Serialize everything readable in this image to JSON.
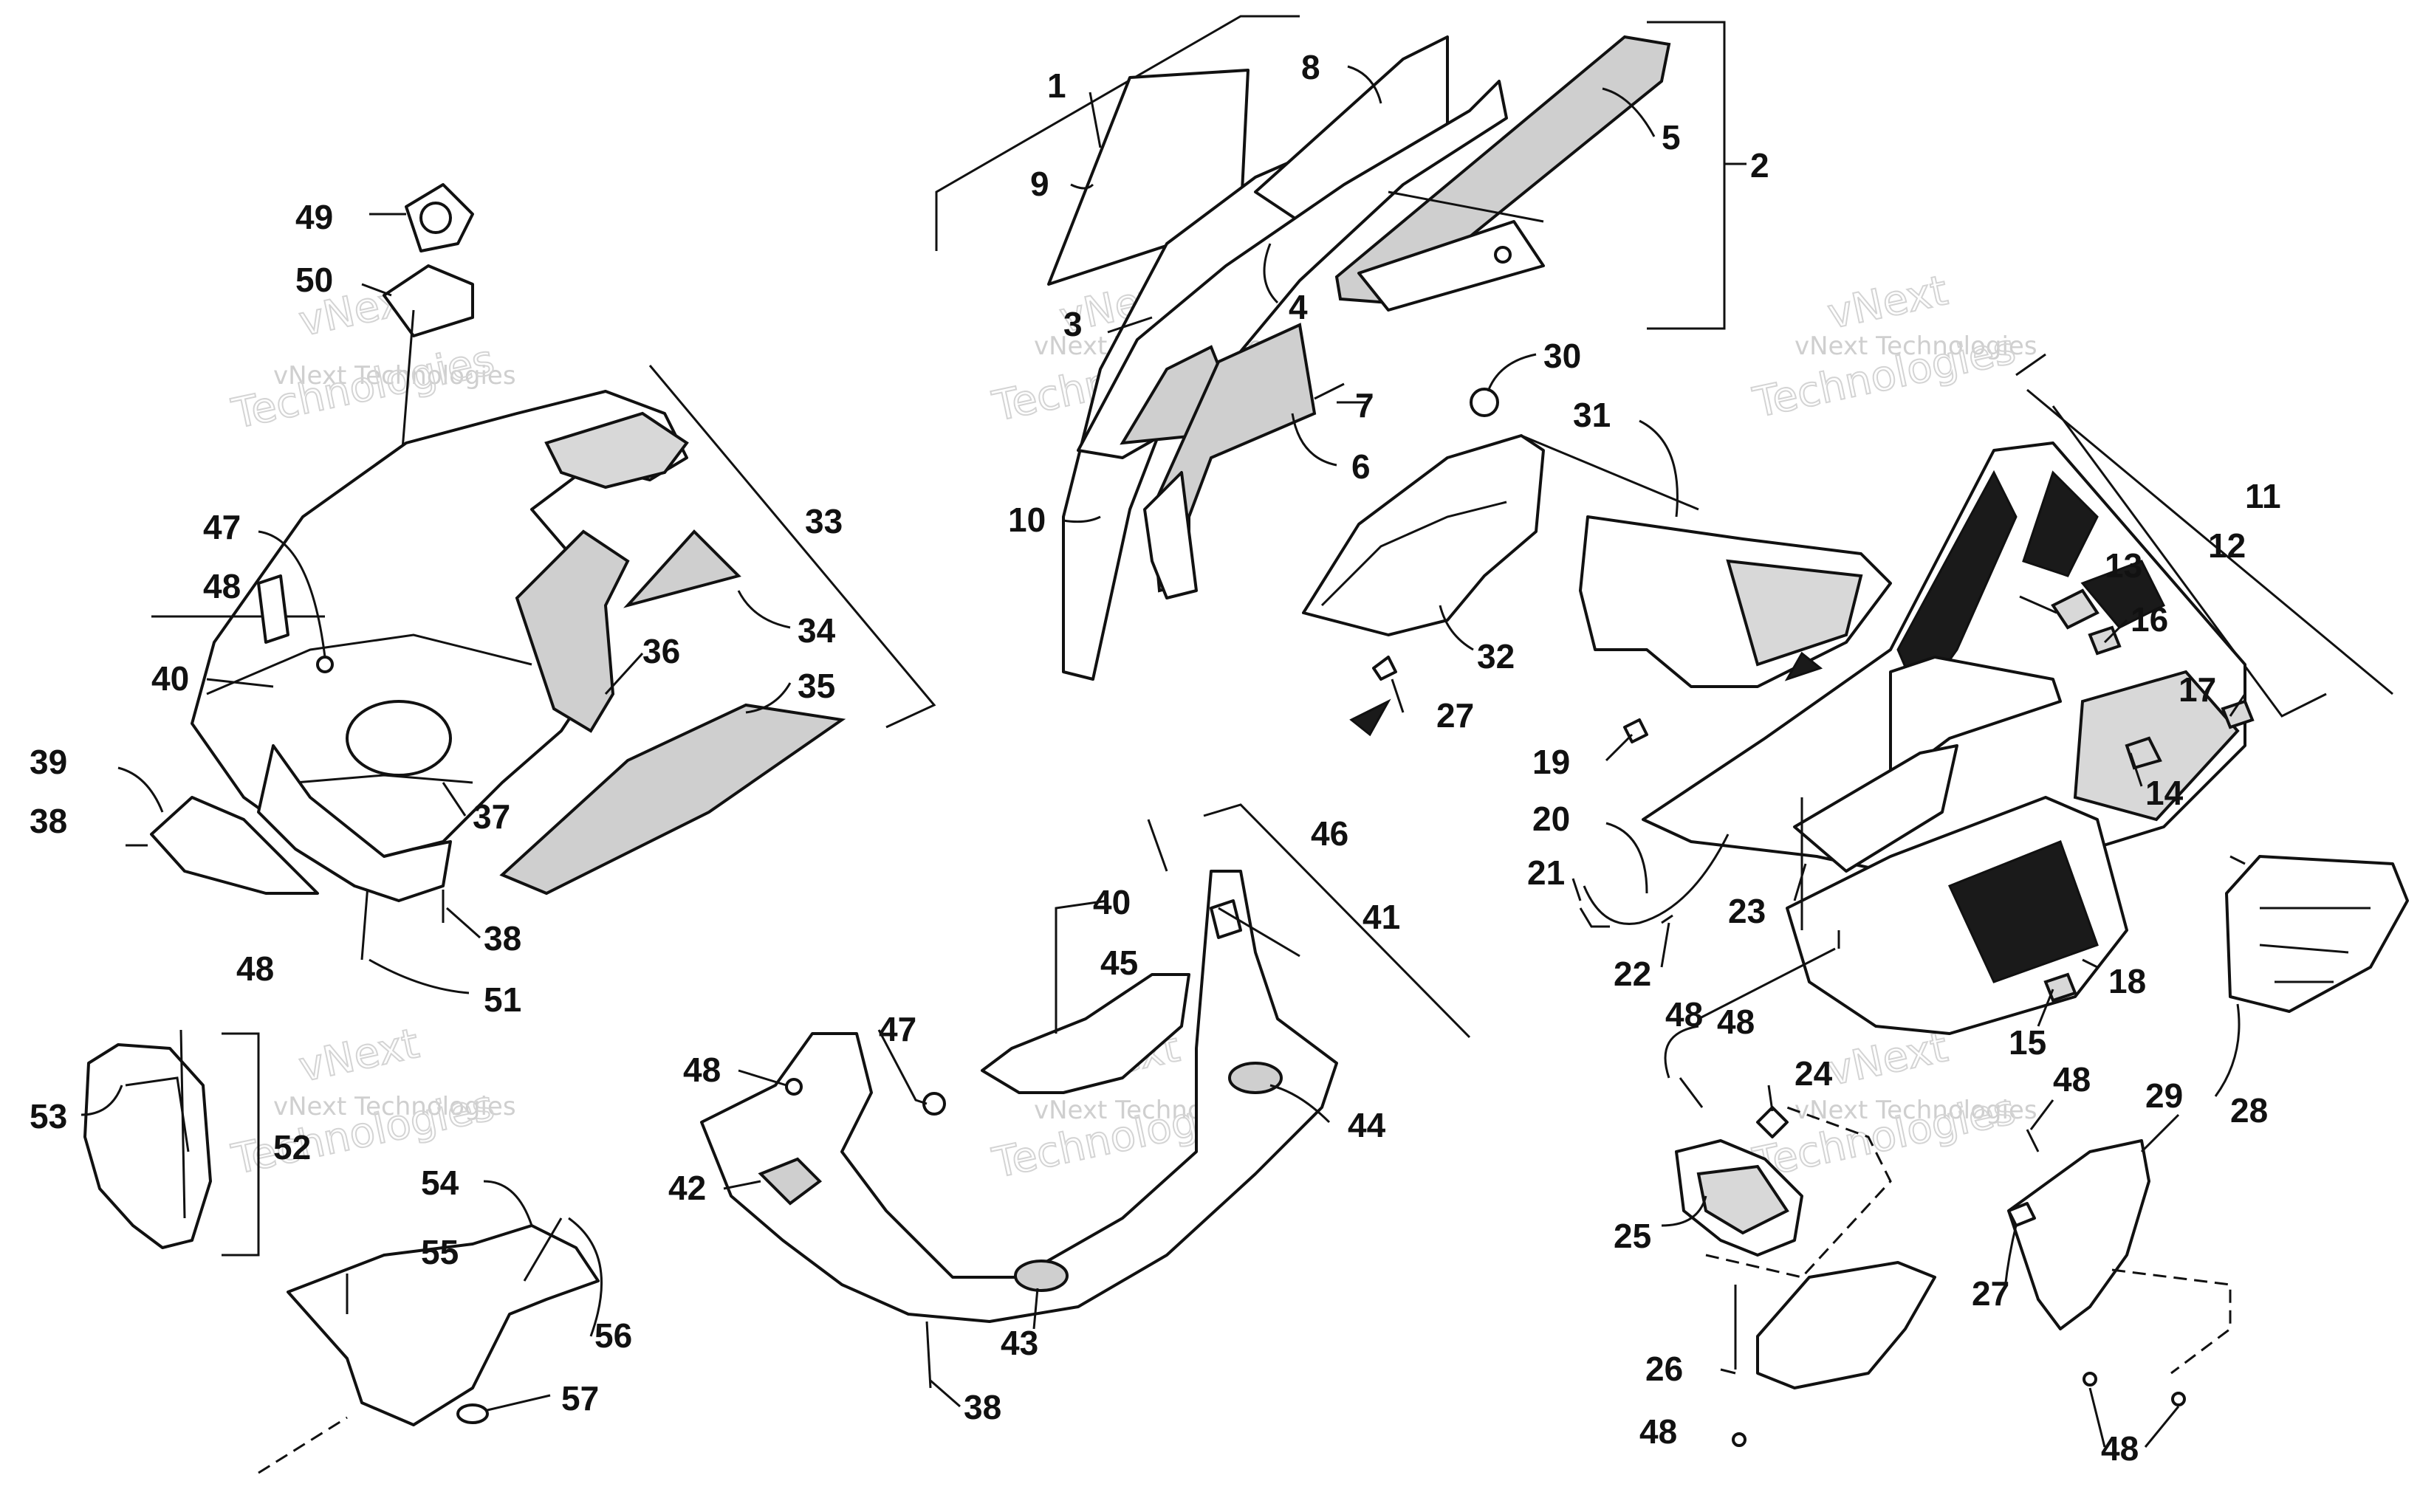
{
  "watermark": {
    "line1": "vNext",
    "line2": "vNext Technologies",
    "line3": "Technologies"
  },
  "callouts": [
    {
      "id": "1",
      "label": "1"
    },
    {
      "id": "2",
      "label": "2"
    },
    {
      "id": "3",
      "label": "3"
    },
    {
      "id": "4",
      "label": "4"
    },
    {
      "id": "5",
      "label": "5"
    },
    {
      "id": "6",
      "label": "6"
    },
    {
      "id": "7",
      "label": "7"
    },
    {
      "id": "8",
      "label": "8"
    },
    {
      "id": "9",
      "label": "9"
    },
    {
      "id": "10",
      "label": "10"
    },
    {
      "id": "11",
      "label": "11"
    },
    {
      "id": "12",
      "label": "12"
    },
    {
      "id": "13",
      "label": "13"
    },
    {
      "id": "14",
      "label": "14"
    },
    {
      "id": "15",
      "label": "15"
    },
    {
      "id": "16",
      "label": "16"
    },
    {
      "id": "17",
      "label": "17"
    },
    {
      "id": "18",
      "label": "18"
    },
    {
      "id": "19",
      "label": "19"
    },
    {
      "id": "20",
      "label": "20"
    },
    {
      "id": "21",
      "label": "21"
    },
    {
      "id": "22",
      "label": "22"
    },
    {
      "id": "23",
      "label": "23"
    },
    {
      "id": "24",
      "label": "24"
    },
    {
      "id": "25",
      "label": "25"
    },
    {
      "id": "26",
      "label": "26"
    },
    {
      "id": "27a",
      "label": "27"
    },
    {
      "id": "27b",
      "label": "27"
    },
    {
      "id": "28",
      "label": "28"
    },
    {
      "id": "29",
      "label": "29"
    },
    {
      "id": "30",
      "label": "30"
    },
    {
      "id": "31",
      "label": "31"
    },
    {
      "id": "32",
      "label": "32"
    },
    {
      "id": "33",
      "label": "33"
    },
    {
      "id": "34",
      "label": "34"
    },
    {
      "id": "35",
      "label": "35"
    },
    {
      "id": "36",
      "label": "36"
    },
    {
      "id": "37",
      "label": "37"
    },
    {
      "id": "38a",
      "label": "38"
    },
    {
      "id": "38b",
      "label": "38"
    },
    {
      "id": "38c",
      "label": "38"
    },
    {
      "id": "39",
      "label": "39"
    },
    {
      "id": "40a",
      "label": "40"
    },
    {
      "id": "40b",
      "label": "40"
    },
    {
      "id": "41",
      "label": "41"
    },
    {
      "id": "42",
      "label": "42"
    },
    {
      "id": "43",
      "label": "43"
    },
    {
      "id": "44",
      "label": "44"
    },
    {
      "id": "45",
      "label": "45"
    },
    {
      "id": "46",
      "label": "46"
    },
    {
      "id": "47a",
      "label": "47"
    },
    {
      "id": "47b",
      "label": "47"
    },
    {
      "id": "48a",
      "label": "48"
    },
    {
      "id": "48b",
      "label": "48"
    },
    {
      "id": "48c",
      "label": "48"
    },
    {
      "id": "48d",
      "label": "48"
    },
    {
      "id": "48e",
      "label": "48"
    },
    {
      "id": "48f",
      "label": "48"
    },
    {
      "id": "48g",
      "label": "48"
    },
    {
      "id": "48h",
      "label": "48"
    },
    {
      "id": "49",
      "label": "49"
    },
    {
      "id": "50",
      "label": "50"
    },
    {
      "id": "51",
      "label": "51"
    },
    {
      "id": "52",
      "label": "52"
    },
    {
      "id": "53",
      "label": "53"
    },
    {
      "id": "54",
      "label": "54"
    },
    {
      "id": "55",
      "label": "55"
    },
    {
      "id": "56",
      "label": "56"
    },
    {
      "id": "57",
      "label": "57"
    }
  ]
}
